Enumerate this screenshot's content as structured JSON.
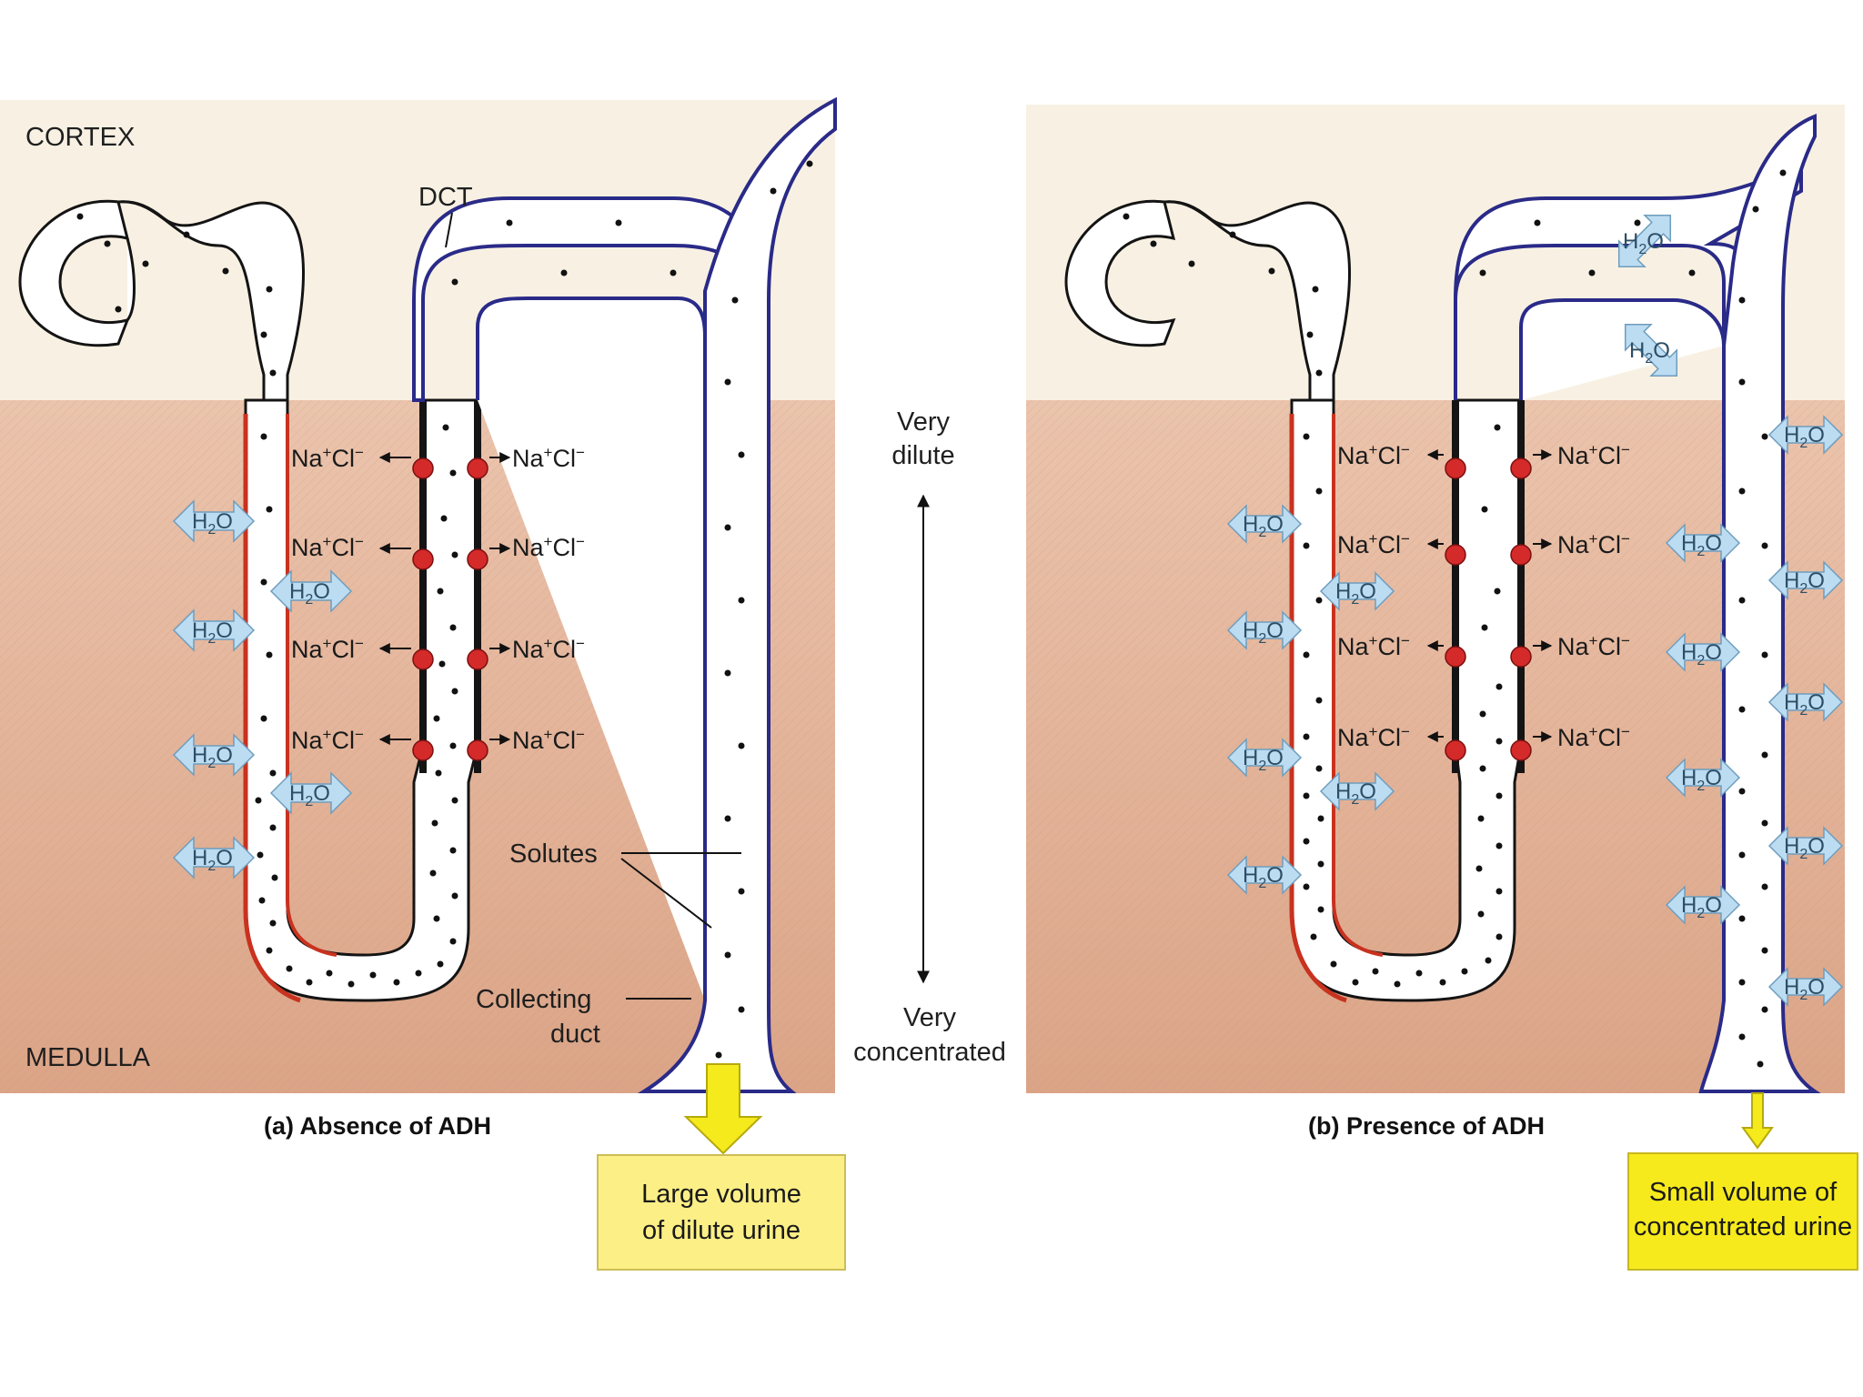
{
  "labels": {
    "cortex": "CORTEX",
    "medulla": "MEDULLA",
    "dct": "DCT",
    "solutes": "Solutes",
    "collecting_duct_line1": "Collecting",
    "collecting_duct_line2": "duct",
    "gradient_top_line1": "Very",
    "gradient_top_line2": "dilute",
    "gradient_bottom_line1": "Very",
    "gradient_bottom_line2": "concentrated"
  },
  "panels": [
    {
      "caption": "(a) Absence of ADH",
      "output_line1": "Large volume",
      "output_line2": "of dilute urine"
    },
    {
      "caption": "(b) Presence of ADH",
      "output_line1": "Small volume of",
      "output_line2": "concentrated urine"
    }
  ],
  "ion_label": {
    "na": "Na",
    "cl": "Cl",
    "plus": "+",
    "minus": "−"
  },
  "water_label": {
    "h": "H",
    "sub": "2",
    "o": "O"
  },
  "colors": {
    "cortex": "#f8f1e3",
    "medulla": "#e6b8a0",
    "tubule_outline": "#141414",
    "ascending_limb_wall": "#c8321f",
    "collecting_duct_wall": "#2a2a88",
    "pump": "#d42a2a",
    "water_arrow": "#bcdcf2",
    "urine_box": "#fbef86",
    "urine_arrow": "#f4ea1c"
  }
}
